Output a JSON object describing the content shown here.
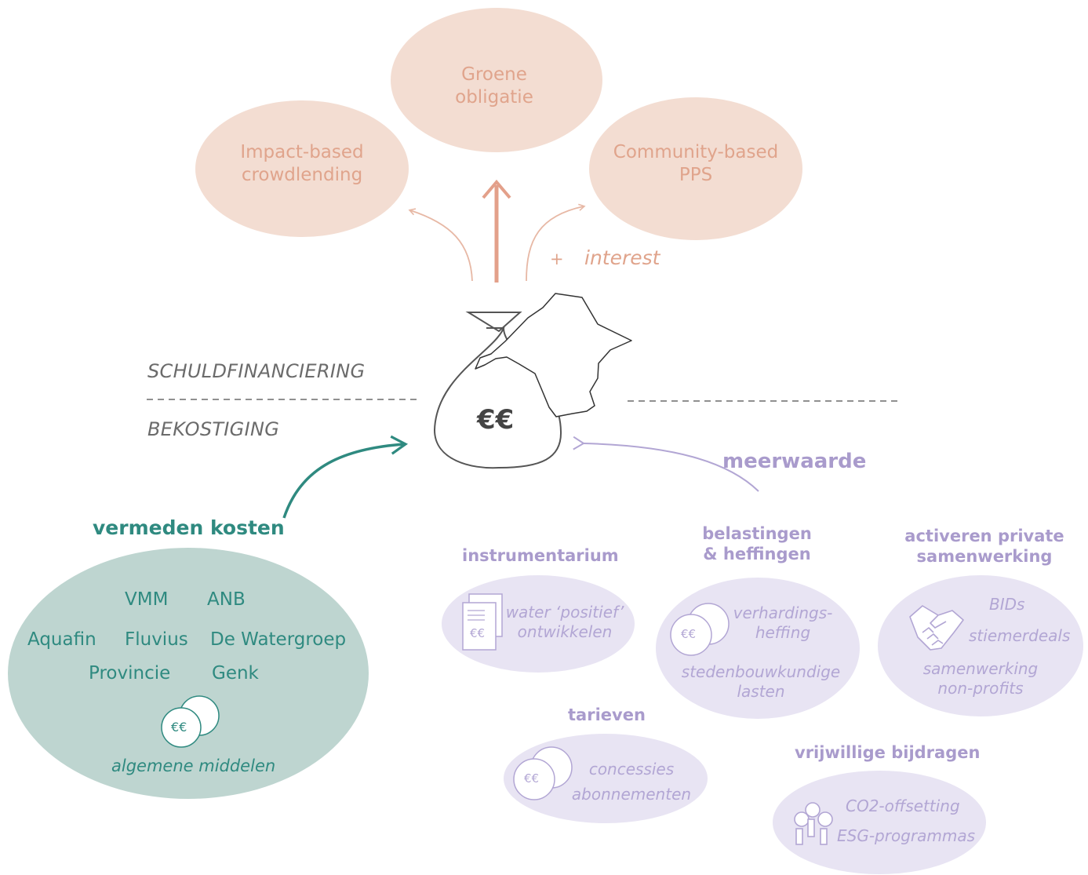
{
  "funding": {
    "impact": {
      "line1": "Impact-based",
      "line2": "crowdlending"
    },
    "groene": {
      "line1": "Groene",
      "line2": "obligatie"
    },
    "community": {
      "line1": "Community-based",
      "line2": "PPS"
    },
    "plus": "+",
    "interest": "interest"
  },
  "labels": {
    "schuld": "SCHULDFINANCIERING",
    "bekostiging": "BEKOSTIGING",
    "bag_symbol": "€€"
  },
  "vermeden": {
    "title": "vermeden kosten",
    "orgs": [
      "VMM",
      "ANB",
      "Aquafin",
      "Fluvius",
      "De Watergroep",
      "Provincie",
      "Genk"
    ],
    "coin": "€€",
    "caption": "algemene middelen"
  },
  "meerwaarde": {
    "title": "meerwaarde",
    "instrumentarium": {
      "title": "instrumentarium",
      "line1": "water ‘positief’",
      "line2": "ontwikkelen",
      "coin": "€€"
    },
    "belastingen": {
      "title1": "belastingen",
      "title2": "& heffingen",
      "line1": "verhardings-",
      "line2": "heffing",
      "line3": "stedenbouwkundige",
      "line4": "lasten",
      "coin": "€€"
    },
    "private": {
      "title1": "activeren private",
      "title2": "samenwerking",
      "line1": "BIDs",
      "line2": "stiemerdeals",
      "line3": "samenwerking",
      "line4": "non-profits"
    },
    "tarieven": {
      "title": "tarieven",
      "line1": "concessies",
      "line2": "abonnementen",
      "coin": "€€"
    },
    "vrijwillige": {
      "title": "vrijwillige bijdragen",
      "line1": "CO2-offsetting",
      "line2": "ESG-programmas"
    }
  },
  "colors": {
    "salmon_fill": "#f3ddd2",
    "salmon_text": "#e0a48c",
    "teal_fill": "#bed5d0",
    "teal_text": "#2f8a80",
    "purple_fill": "#e8e4f3",
    "purple_text": "#a99bcc"
  }
}
